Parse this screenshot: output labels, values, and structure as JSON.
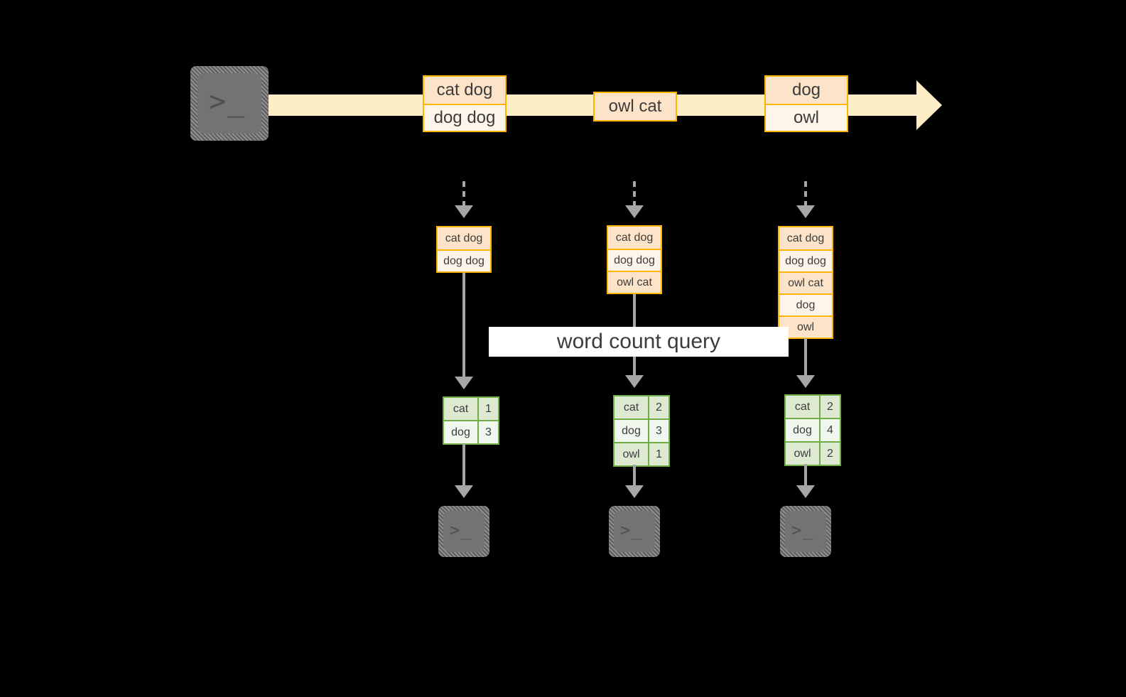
{
  "diagram": {
    "title_label": "word count query",
    "colors": {
      "background": "#000000",
      "stream_fill": "#feeec8",
      "message_border": "#ffb400",
      "message_fill_dark": "#fde3c7",
      "message_fill_light": "#fff4ea",
      "table_border": "#70ad47",
      "table_fill_dark": "#dde9d1",
      "table_fill_light": "#f2f7ee",
      "connector": "#a6a6a6",
      "terminal_face": "#737373",
      "label_bg": "#ffffff"
    },
    "icons": {
      "producer": "terminal-prompt-icon",
      "consumer": "terminal-prompt-icon",
      "prompt_glyph": ">_"
    },
    "stream": {
      "name": "event-stream-arrow",
      "messages": [
        {
          "id": "m1",
          "lines": [
            "cat dog",
            "dog dog"
          ]
        },
        {
          "id": "m2",
          "lines": [
            "owl cat"
          ]
        },
        {
          "id": "m3",
          "lines": [
            "dog",
            "owl"
          ]
        }
      ]
    },
    "snapshots": [
      {
        "id": "s1",
        "accumulated": [
          "cat dog",
          "dog dog"
        ],
        "result": {
          "rows": [
            {
              "word": "cat",
              "count": "1"
            },
            {
              "word": "dog",
              "count": "3"
            }
          ]
        }
      },
      {
        "id": "s2",
        "accumulated": [
          "cat dog",
          "dog dog",
          "owl cat"
        ],
        "result": {
          "rows": [
            {
              "word": "cat",
              "count": "2"
            },
            {
              "word": "dog",
              "count": "3"
            },
            {
              "word": "owl",
              "count": "1"
            }
          ]
        }
      },
      {
        "id": "s3",
        "accumulated": [
          "cat dog",
          "dog dog",
          "owl cat",
          "dog",
          "owl"
        ],
        "result": {
          "rows": [
            {
              "word": "cat",
              "count": "2"
            },
            {
              "word": "dog",
              "count": "4"
            },
            {
              "word": "owl",
              "count": "2"
            }
          ]
        }
      }
    ]
  }
}
